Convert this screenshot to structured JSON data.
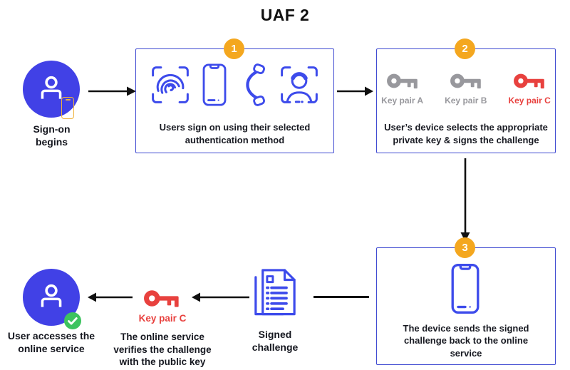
{
  "title": "UAF 2",
  "colors": {
    "accent_blue": "#4141e6",
    "box_border_blue": "#3f4ad1",
    "icon_blue": "#3d4beb",
    "badge_orange": "#f4a71f",
    "key_gray": "#98989d",
    "key_red": "#e8413e",
    "check_green": "#3dc35f",
    "phone_outline_orange": "#eeb23e",
    "arrow_black": "#111111"
  },
  "nodes": {
    "signon": {
      "label_lines": [
        "Sign-on",
        "begins"
      ]
    },
    "step1": {
      "badge": "1",
      "icons": [
        "fingerprint-scan",
        "smartphone",
        "phone-call",
        "face-scan"
      ],
      "caption_lines": [
        "Users sign on using their selected",
        "authentication method"
      ]
    },
    "step2": {
      "badge": "2",
      "keys": [
        {
          "label": "Key pair A",
          "color": "gray"
        },
        {
          "label": "Key pair B",
          "color": "gray"
        },
        {
          "label": "Key pair C",
          "color": "red"
        }
      ],
      "caption_lines": [
        "User’s device selects the appropriate",
        "private key & signs the challenge"
      ]
    },
    "step3": {
      "badge": "3",
      "caption_lines": [
        "The device sends the signed",
        "challenge back to the online",
        "service"
      ]
    },
    "signed_challenge": {
      "label_lines": [
        "Signed",
        "challenge"
      ]
    },
    "verify": {
      "key_label": "Key pair C",
      "caption_lines": [
        "The online service",
        "verifies the challenge",
        "with the public key"
      ]
    },
    "access": {
      "label_lines": [
        "User accesses the",
        "online service"
      ]
    }
  }
}
